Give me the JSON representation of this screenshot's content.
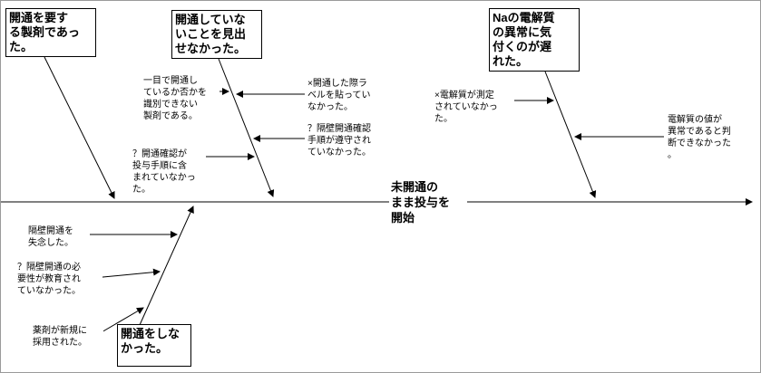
{
  "diagram": {
    "effect": "未開通の\nまま投与を\n開始",
    "causes": {
      "requires_opening": "開通を要す\nる製剤であっ\nた。",
      "not_noticed": "開通していな\nいことを見出\nせなかった。",
      "na_delay": "Naの電解質\nの異常に気\n付くのが遅\nれた。",
      "not_opened": "開通をしな\nかった。"
    },
    "sub_causes": {
      "cannot_identify": "一目で開通し\nているか否かを\n識別できない\n製剤である。",
      "no_label_attached": "×開通した際ラ\nベルを貼ってい\nなかった。",
      "procedure_not_followed": "？隔壁開通確認\n手順が遵守され\nていなかった。",
      "not_in_admin_procedure": "？開通確認が\n投与手順に含\nまれていなかっ\nた。",
      "forgot_to_open": "隔壁開通を\n失念した。",
      "necessity_not_taught": "？隔壁開通の必\n要性が教育され\nていなかった。",
      "newly_adopted_drug": "薬剤が新規に\n採用された。",
      "electrolyte_not_measured": "×電解質が測定\nされていなかっ\nた。",
      "abnormal_value_not_judged": "電解質の値が\n異常であると判\n断できなかった\n。"
    }
  }
}
